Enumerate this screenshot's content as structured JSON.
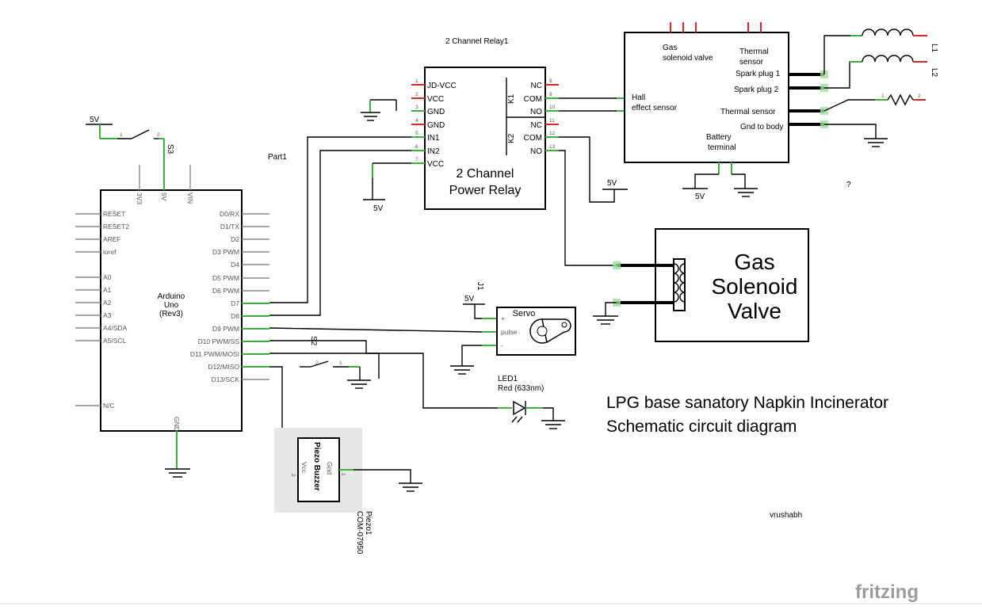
{
  "title": {
    "line1": "LPG base sanatory Napkin Incinerator",
    "line2": "Schematic circuit diagram"
  },
  "author": "vrushabh",
  "brand": "fritzing",
  "question_mark": "?",
  "part1_label": "Part1",
  "arduino": {
    "name1": "Arduino",
    "name2": "Uno",
    "name3": "(Rev3)",
    "top_pins": [
      "3V3",
      "5V",
      "VIN"
    ],
    "bottom_pin": "GND",
    "left_pins": [
      "RESET",
      "RESET2",
      "AREF",
      "ioref",
      "A0",
      "A1",
      "A2",
      "A3",
      "A4/SDA",
      "A5/SCL",
      "N/C"
    ],
    "right_pins": [
      "D0/RX",
      "D1/TX",
      "D2",
      "D3 PWM",
      "D4",
      "D5 PWM",
      "D6 PWM",
      "D7",
      "D8",
      "D9 PWM",
      "D10 PWM/SS",
      "D11 PWM/MOSI",
      "D12/MISO",
      "D13/SCK"
    ]
  },
  "relay": {
    "title": "2 Channel Relay1",
    "body1": "2 Channel",
    "body2": "Power Relay",
    "left_pins": [
      "JD-VCC",
      "VCC",
      "GND",
      "GND",
      "IN1",
      "IN2",
      "VCC"
    ],
    "left_nums": [
      "1",
      "2",
      "3",
      "4",
      "5",
      "6",
      "7"
    ],
    "right_pins": [
      "NC",
      "COM",
      "NO",
      "NC",
      "COM",
      "NO"
    ],
    "right_nums": [
      "8",
      "9",
      "10",
      "11",
      "12",
      "13"
    ],
    "k1": "K1",
    "k2": "K2"
  },
  "controller": {
    "gas_valve1": "Gas",
    "gas_valve2": "solenoid valve",
    "thermal_top1": "Thermal",
    "thermal_top2": "sensor",
    "spark1": "Spark plug 1",
    "spark2": "Spark plug 2",
    "hall1": "Hall",
    "hall2": "effect sensor",
    "thermal_sensor": "Thermal sensor",
    "gnd_body": "Gnd to body",
    "battery1": "Battery",
    "battery2": "terminal"
  },
  "coils": [
    "L1",
    "L2"
  ],
  "resistor_pins": [
    "1",
    "2"
  ],
  "power": {
    "v5": "5V"
  },
  "switches": {
    "s3": "S3",
    "s2": "S2"
  },
  "servo": {
    "label": "Servo",
    "ref": "J1",
    "pins": [
      "+",
      "pulse",
      "-"
    ]
  },
  "led": {
    "ref": "LED1",
    "desc": "Red (633nm)"
  },
  "piezo": {
    "label": "Piezo Buzzer",
    "vcc": "Vcc",
    "gnd": "Gnd",
    "ref": "Piezo1",
    "part": "COM-07950",
    "pin_nums": [
      "2",
      "1"
    ]
  },
  "valve_label": [
    "Gas",
    "Solenoid",
    "Valve"
  ]
}
